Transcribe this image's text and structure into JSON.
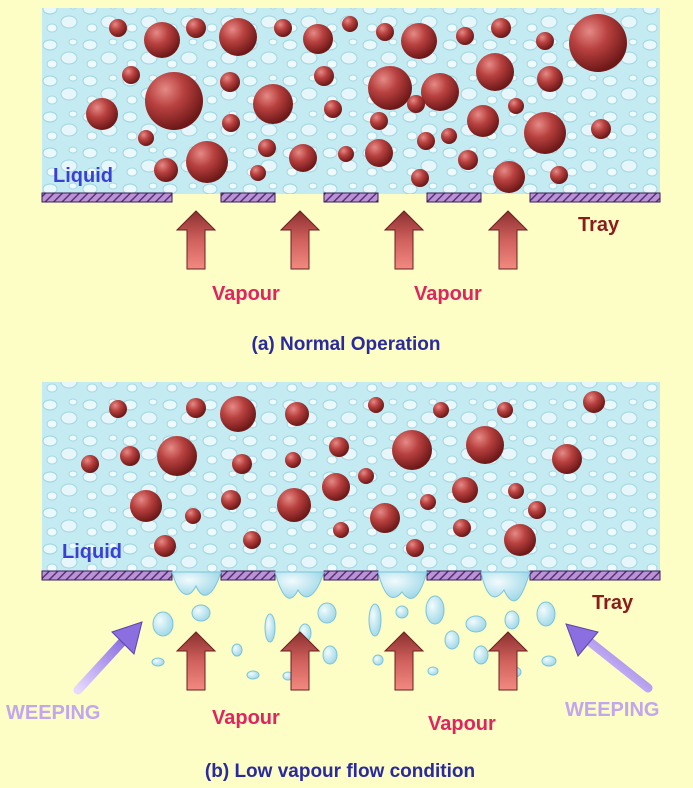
{
  "panel_a": {
    "liquid_label": "Liquid",
    "tray_label": "Tray",
    "vapour_labels": [
      "Vapour",
      "Vapour"
    ],
    "caption": "(a) Normal Operation"
  },
  "panel_b": {
    "liquid_label": "Liquid",
    "tray_label": "Tray",
    "vapour_labels": [
      "Vapour",
      "Vapour"
    ],
    "weeping_labels": [
      "WEEPING",
      "WEEPING"
    ],
    "caption": "(b) Low vapour flow condition"
  },
  "colors": {
    "background": "#fdfdc6",
    "liquid": "#bfe8f0",
    "bubble": "#b23a3a",
    "tray": "#8e5aa6",
    "vapour_arrow": "#e0706a",
    "vapour_text": "#e0245f",
    "liquid_text": "#3a3fd6",
    "tray_text": "#8a1c1c",
    "caption_text": "#2a2aa0",
    "weeping": "#c2a6ee"
  }
}
